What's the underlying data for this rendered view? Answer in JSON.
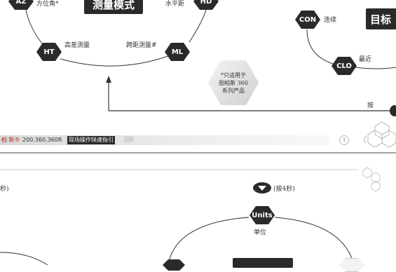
{
  "top": {
    "az": "AZ",
    "az_label": "方位角*",
    "mode_box": "测量模式",
    "hd_label": "水平距",
    "hd": "HD",
    "ht": "HT",
    "ht_label": "高差测量",
    "ml_label": "跨距测量#",
    "ml": "ML",
    "note_lines": [
      "*只适用于",
      "图柏斯 360",
      "系列产品"
    ],
    "con": "CON",
    "con_label": "连续",
    "target_box": "目标",
    "clo": "CLO",
    "clo_label": "最近",
    "press_label": "按"
  },
  "footer": {
    "brand": "柏 斯®",
    "model": "200.360.360R",
    "guide": "现场操作快速指引",
    "chevrons": "》》》》",
    "page_icon": "①",
    "left_arrow": "〈"
  },
  "bottom": {
    "left_fragment": "秒)",
    "press_hint": "(按4秒)",
    "units": "Units",
    "units_label": "单位"
  },
  "colors": {
    "dark": "#2a2a2a",
    "accent": "#b03020",
    "line": "#333333"
  }
}
